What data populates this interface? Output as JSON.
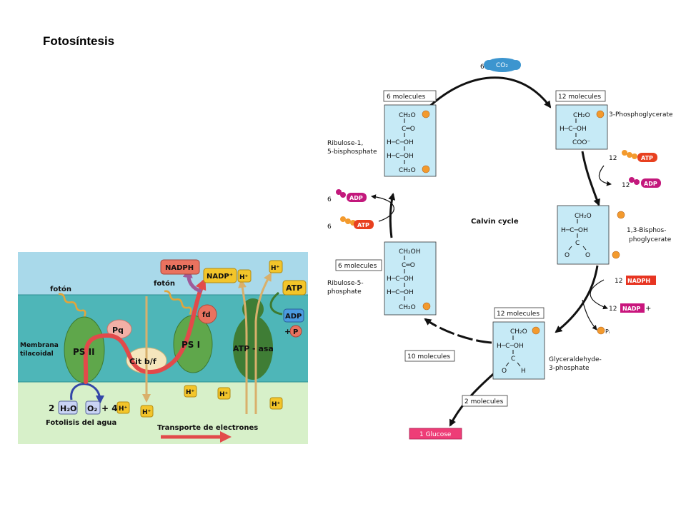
{
  "title": "Fotosíntesis",
  "photo": {
    "foton1": "fotón",
    "foton2": "fotón",
    "membrana_l1": "Membrana",
    "membrana_l2": "tilacoidal",
    "ps2": "PS II",
    "pq": "Pq",
    "cit": "Cit b/f",
    "ps1": "PS I",
    "fd": "fd",
    "atpasa": "ATP - asa",
    "nadph": "NADPH",
    "nadp": "NADP⁺",
    "h_plus": "H⁺",
    "atp": "ATP",
    "adp": "ADP",
    "plus": "+",
    "p": "P",
    "water_coef": "2",
    "h2o": "H₂O",
    "o2": "O₂",
    "plus4": "+ 4",
    "fotolisis": "Fotolisis del agua",
    "transporte": "Transporte de electrones"
  },
  "calvin": {
    "center": "Calvin cycle",
    "co2_count": "6",
    "co2": "CO₂",
    "box_tl": "6 molecules",
    "box_tr": "12 molecules",
    "box_ml": "6 molecules",
    "box_br": "12 molecules",
    "box_10": "10 molecules",
    "box_2": "2 molecules",
    "glucose": "1 Glucose",
    "rubp_l1": "Ribulose-1,",
    "rubp_l2": "5-bisphosphate",
    "pga": "3-Phosphoglycerate",
    "bpg_l1": "1,3-Bisphos-",
    "bpg_l2": "phoglycerate",
    "ru5p_l1": "Ribulose-5-",
    "ru5p_l2": "phosphate",
    "g3p_l1": "Glyceraldehyde-",
    "g3p_l2": "3-phosphate",
    "atp": "ATP",
    "adp": "ADP",
    "nadph": "NADPH",
    "nadp": "NADP",
    "plus": "+",
    "pi": "Pᵢ",
    "twelve": "12",
    "six": "6",
    "p": "P",
    "ch2o": "CH₂O",
    "ch2oh": "CH₂OH",
    "coo": "COO⁻",
    "c_eq_o": "C═O",
    "hcoh": "H─C─OH",
    "c": "C",
    "o": "O",
    "h": "H"
  },
  "colors": {
    "structure_box": "#c6eaf6",
    "phosphate": "#f39a2d",
    "atp_red": "#e8401f",
    "adp_magenta": "#c3187c",
    "glucose_pink": "#ee3d77",
    "nadph_red": "#e73522",
    "nadp_magenta": "#c9157d",
    "stroma": "#a9d9ea",
    "lumen": "#d7f0c9",
    "membrane": "#4eb6b8",
    "ps_green": "#5fa74b",
    "electron_path": "#ef5b5b"
  }
}
